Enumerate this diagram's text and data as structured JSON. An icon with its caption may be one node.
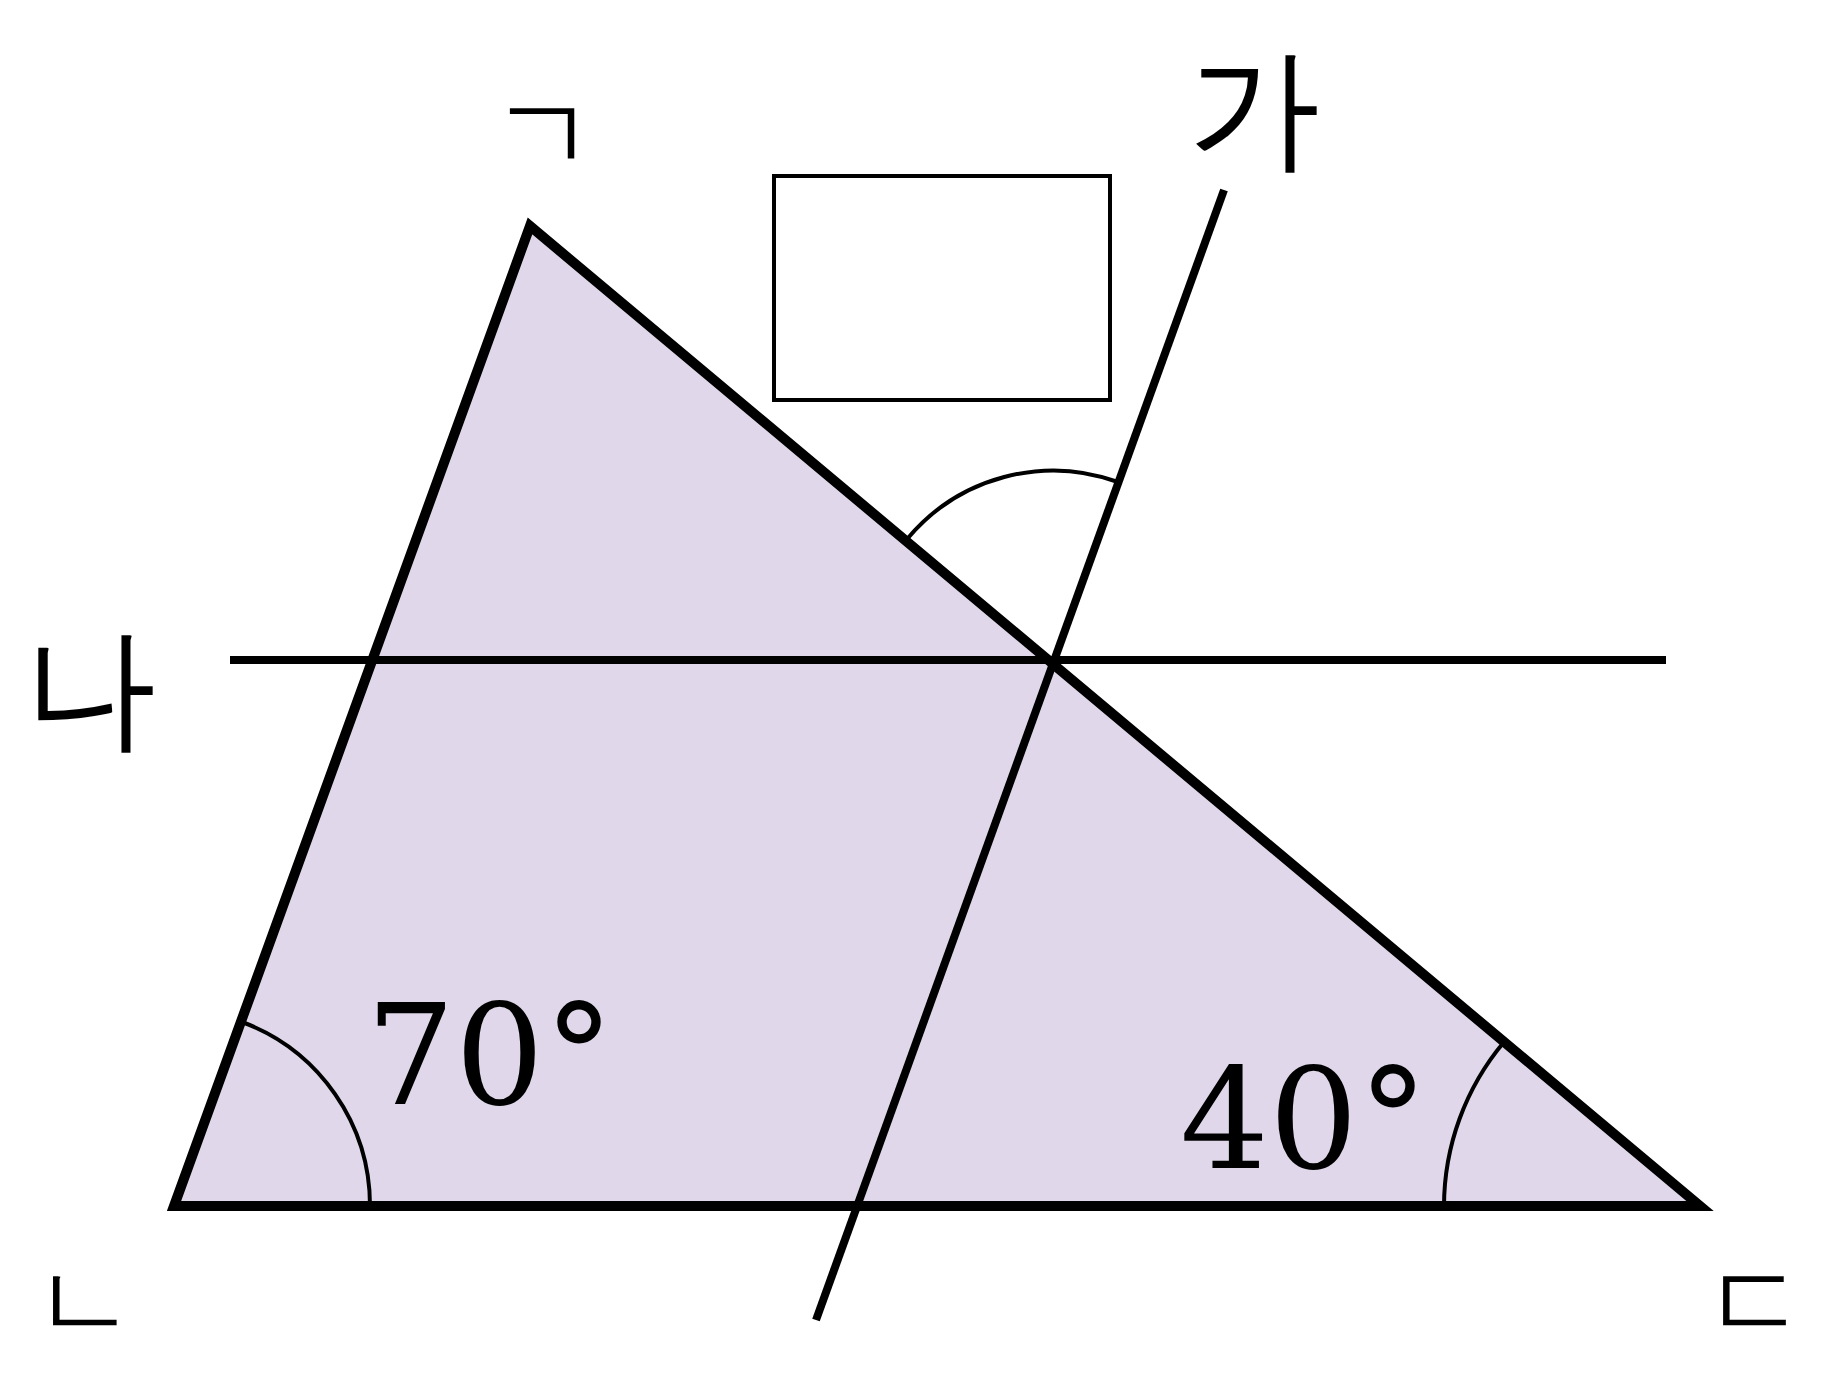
{
  "diagram": {
    "nodes": [
      {
        "text": [],
        "shape": "box"
      }
    ],
    "labels": [
      "ㄱ",
      "가",
      "나",
      "70°",
      "40°",
      "ㄴ",
      "ㄷ"
    ]
  }
}
